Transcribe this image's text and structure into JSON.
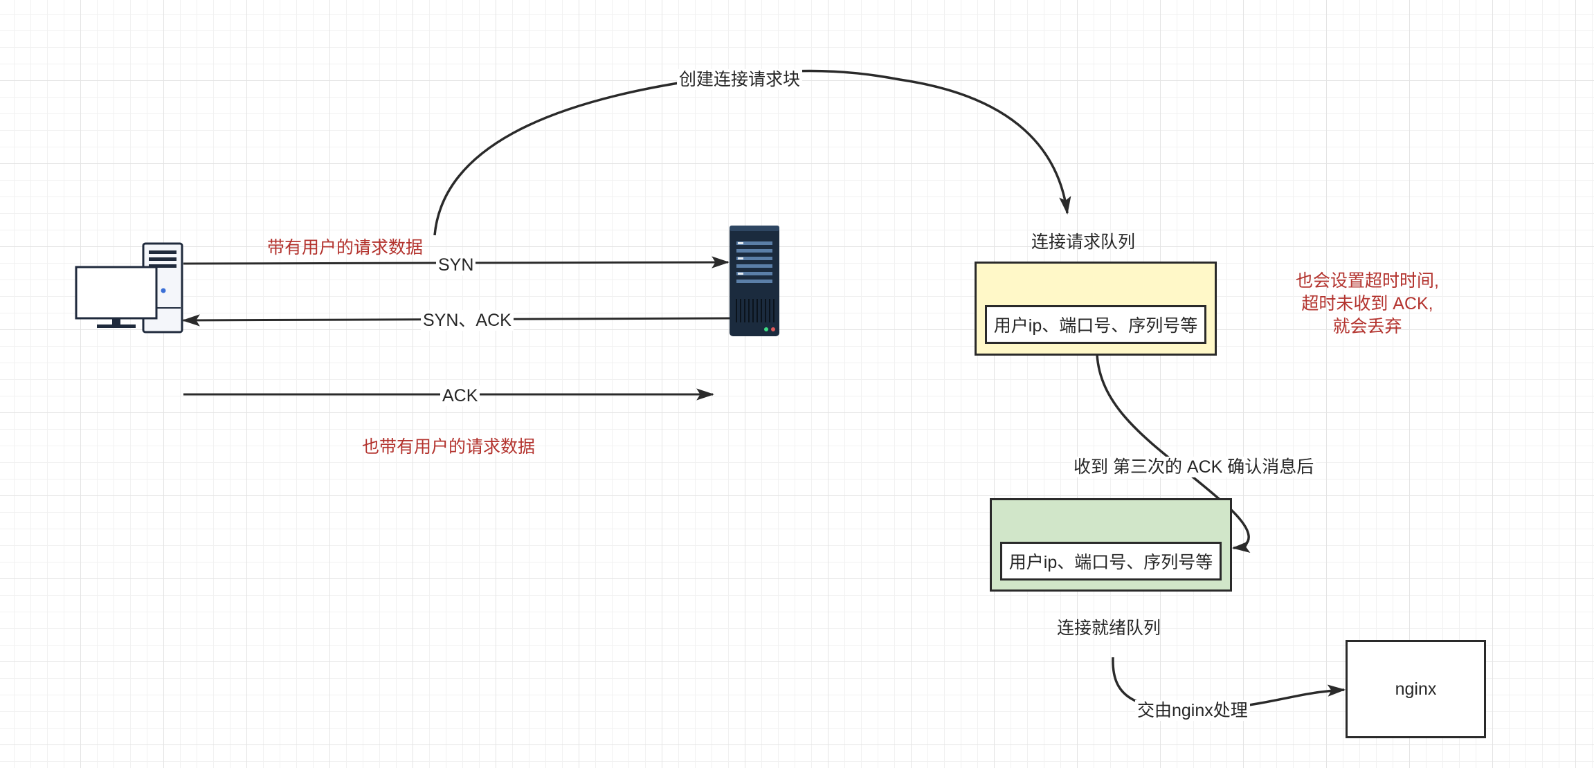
{
  "curve_label": "创建连接请求块",
  "client_note": "带有用户的请求数据",
  "syn_label": "SYN",
  "synack_label": "SYN、ACK",
  "ack_label": "ACK",
  "ack_note": "也带有用户的请求数据",
  "request_queue": {
    "title": "连接请求队列",
    "entry": "用户ip、端口号、序列号等"
  },
  "timeout_note": [
    "也会设置超时时间,",
    "超时未收到 ACK,",
    "就会丢弃"
  ],
  "third_ack_label": "收到 第三次的 ACK 确认消息后",
  "ready_queue": {
    "title": "连接就绪队列",
    "entry": "用户ip、端口号、序列号等"
  },
  "handoff_label": "交由nginx处理",
  "nginx_box": "nginx",
  "colors": {
    "request_queue_fill": "#fff8c8",
    "ready_queue_fill": "#d1e6c9",
    "annotation_red": "#b3332e",
    "stroke": "#2a2a2a"
  },
  "icons": [
    "desktop-computer-icon",
    "server-rack-icon"
  ]
}
